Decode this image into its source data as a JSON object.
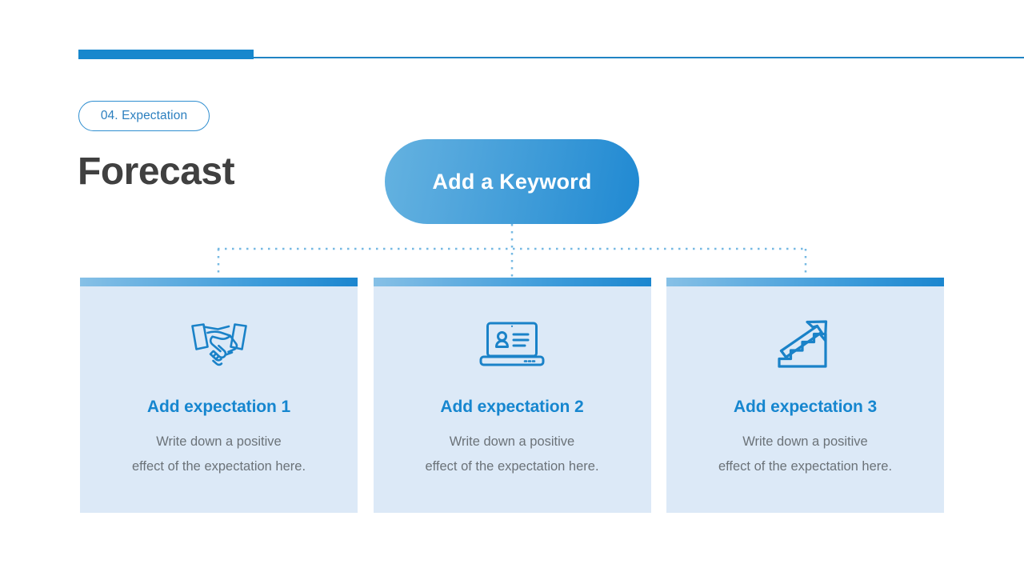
{
  "header": {
    "rule_color": "#1787cd",
    "rule_thin_color": "#2084c4"
  },
  "badge": {
    "label": "04. Expectation",
    "border_color": "#2f8ed0",
    "text_color": "#2b7fbf"
  },
  "title": {
    "text": "Forecast",
    "color": "#404040"
  },
  "keyword_pill": {
    "label": "Add a Keyword",
    "gradient_from": "#64b2e0",
    "gradient_to": "#2089d2",
    "text_color": "#ffffff"
  },
  "connector": {
    "color": "#76b9e3",
    "style": "dotted"
  },
  "cards": [
    {
      "icon": "handshake-icon",
      "title": "Add expectation 1",
      "body_line1": "Write down a positive",
      "body_line2": "effect of the expectation here.",
      "background": "#dce9f7",
      "title_color": "#1686cf",
      "body_color": "#6b7278"
    },
    {
      "icon": "laptop-profile-icon",
      "title": "Add expectation 2",
      "body_line1": "Write down a positive",
      "body_line2": "effect of the expectation here.",
      "background": "#dce9f7",
      "title_color": "#1686cf",
      "body_color": "#6b7278"
    },
    {
      "icon": "stairs-arrow-up-icon",
      "title": "Add expectation 3",
      "body_line1": "Write down a positive",
      "body_line2": "effect of the expectation here.",
      "background": "#dce9f7",
      "title_color": "#1686cf",
      "body_color": "#6b7278"
    }
  ]
}
